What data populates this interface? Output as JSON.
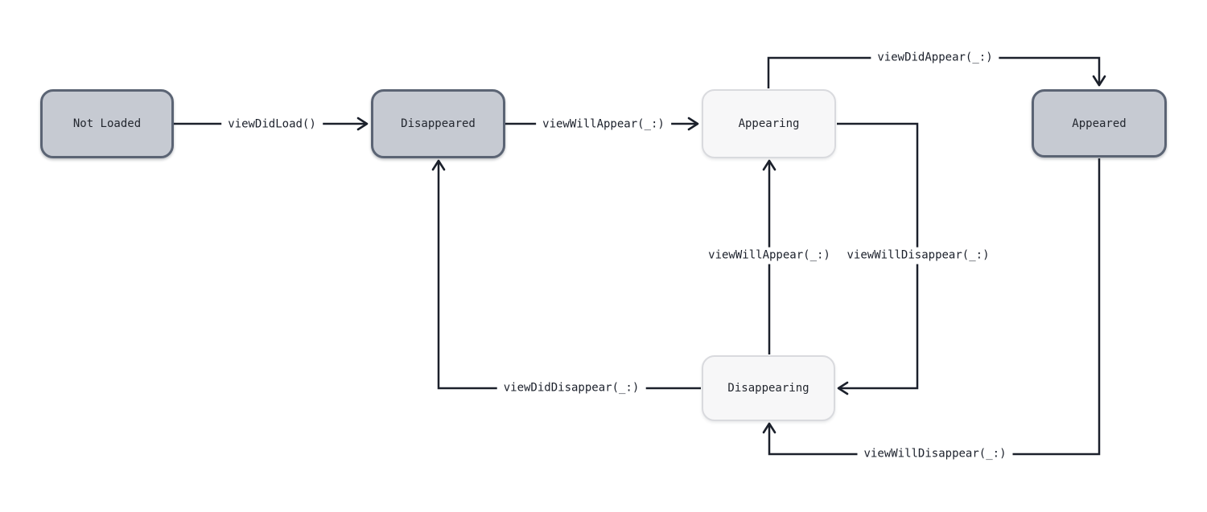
{
  "diagram": {
    "states": [
      {
        "id": "not-loaded",
        "label": "Not Loaded",
        "style": "filled"
      },
      {
        "id": "disappeared",
        "label": "Disappeared",
        "style": "filled"
      },
      {
        "id": "appearing",
        "label": "Appearing",
        "style": "light"
      },
      {
        "id": "appeared",
        "label": "Appeared",
        "style": "filled"
      },
      {
        "id": "disappearing",
        "label": "Disappearing",
        "style": "light"
      }
    ],
    "transitions": [
      {
        "from": "not-loaded",
        "to": "disappeared",
        "label": "viewDidLoad()"
      },
      {
        "from": "disappeared",
        "to": "appearing",
        "label": "viewWillAppear(_:)"
      },
      {
        "from": "appearing",
        "to": "appeared",
        "label": "viewDidAppear(_:)"
      },
      {
        "from": "appearing",
        "to": "disappearing",
        "label": "viewWillDisappear(_:)"
      },
      {
        "from": "disappearing",
        "to": "appearing",
        "label": "viewWillAppear(_:)"
      },
      {
        "from": "disappearing",
        "to": "disappeared",
        "label": "viewDidDisappear(_:)"
      },
      {
        "from": "appeared",
        "to": "disappearing",
        "label": "viewWillDisappear(_:)"
      }
    ],
    "colors": {
      "background": "#ffffff",
      "state_fill": "#c6cad2",
      "state_border": "#5b6474",
      "state_light_fill": "#f7f7f8",
      "state_light_border": "#d9dade",
      "line": "#1b202b",
      "text": "#23272f"
    }
  }
}
